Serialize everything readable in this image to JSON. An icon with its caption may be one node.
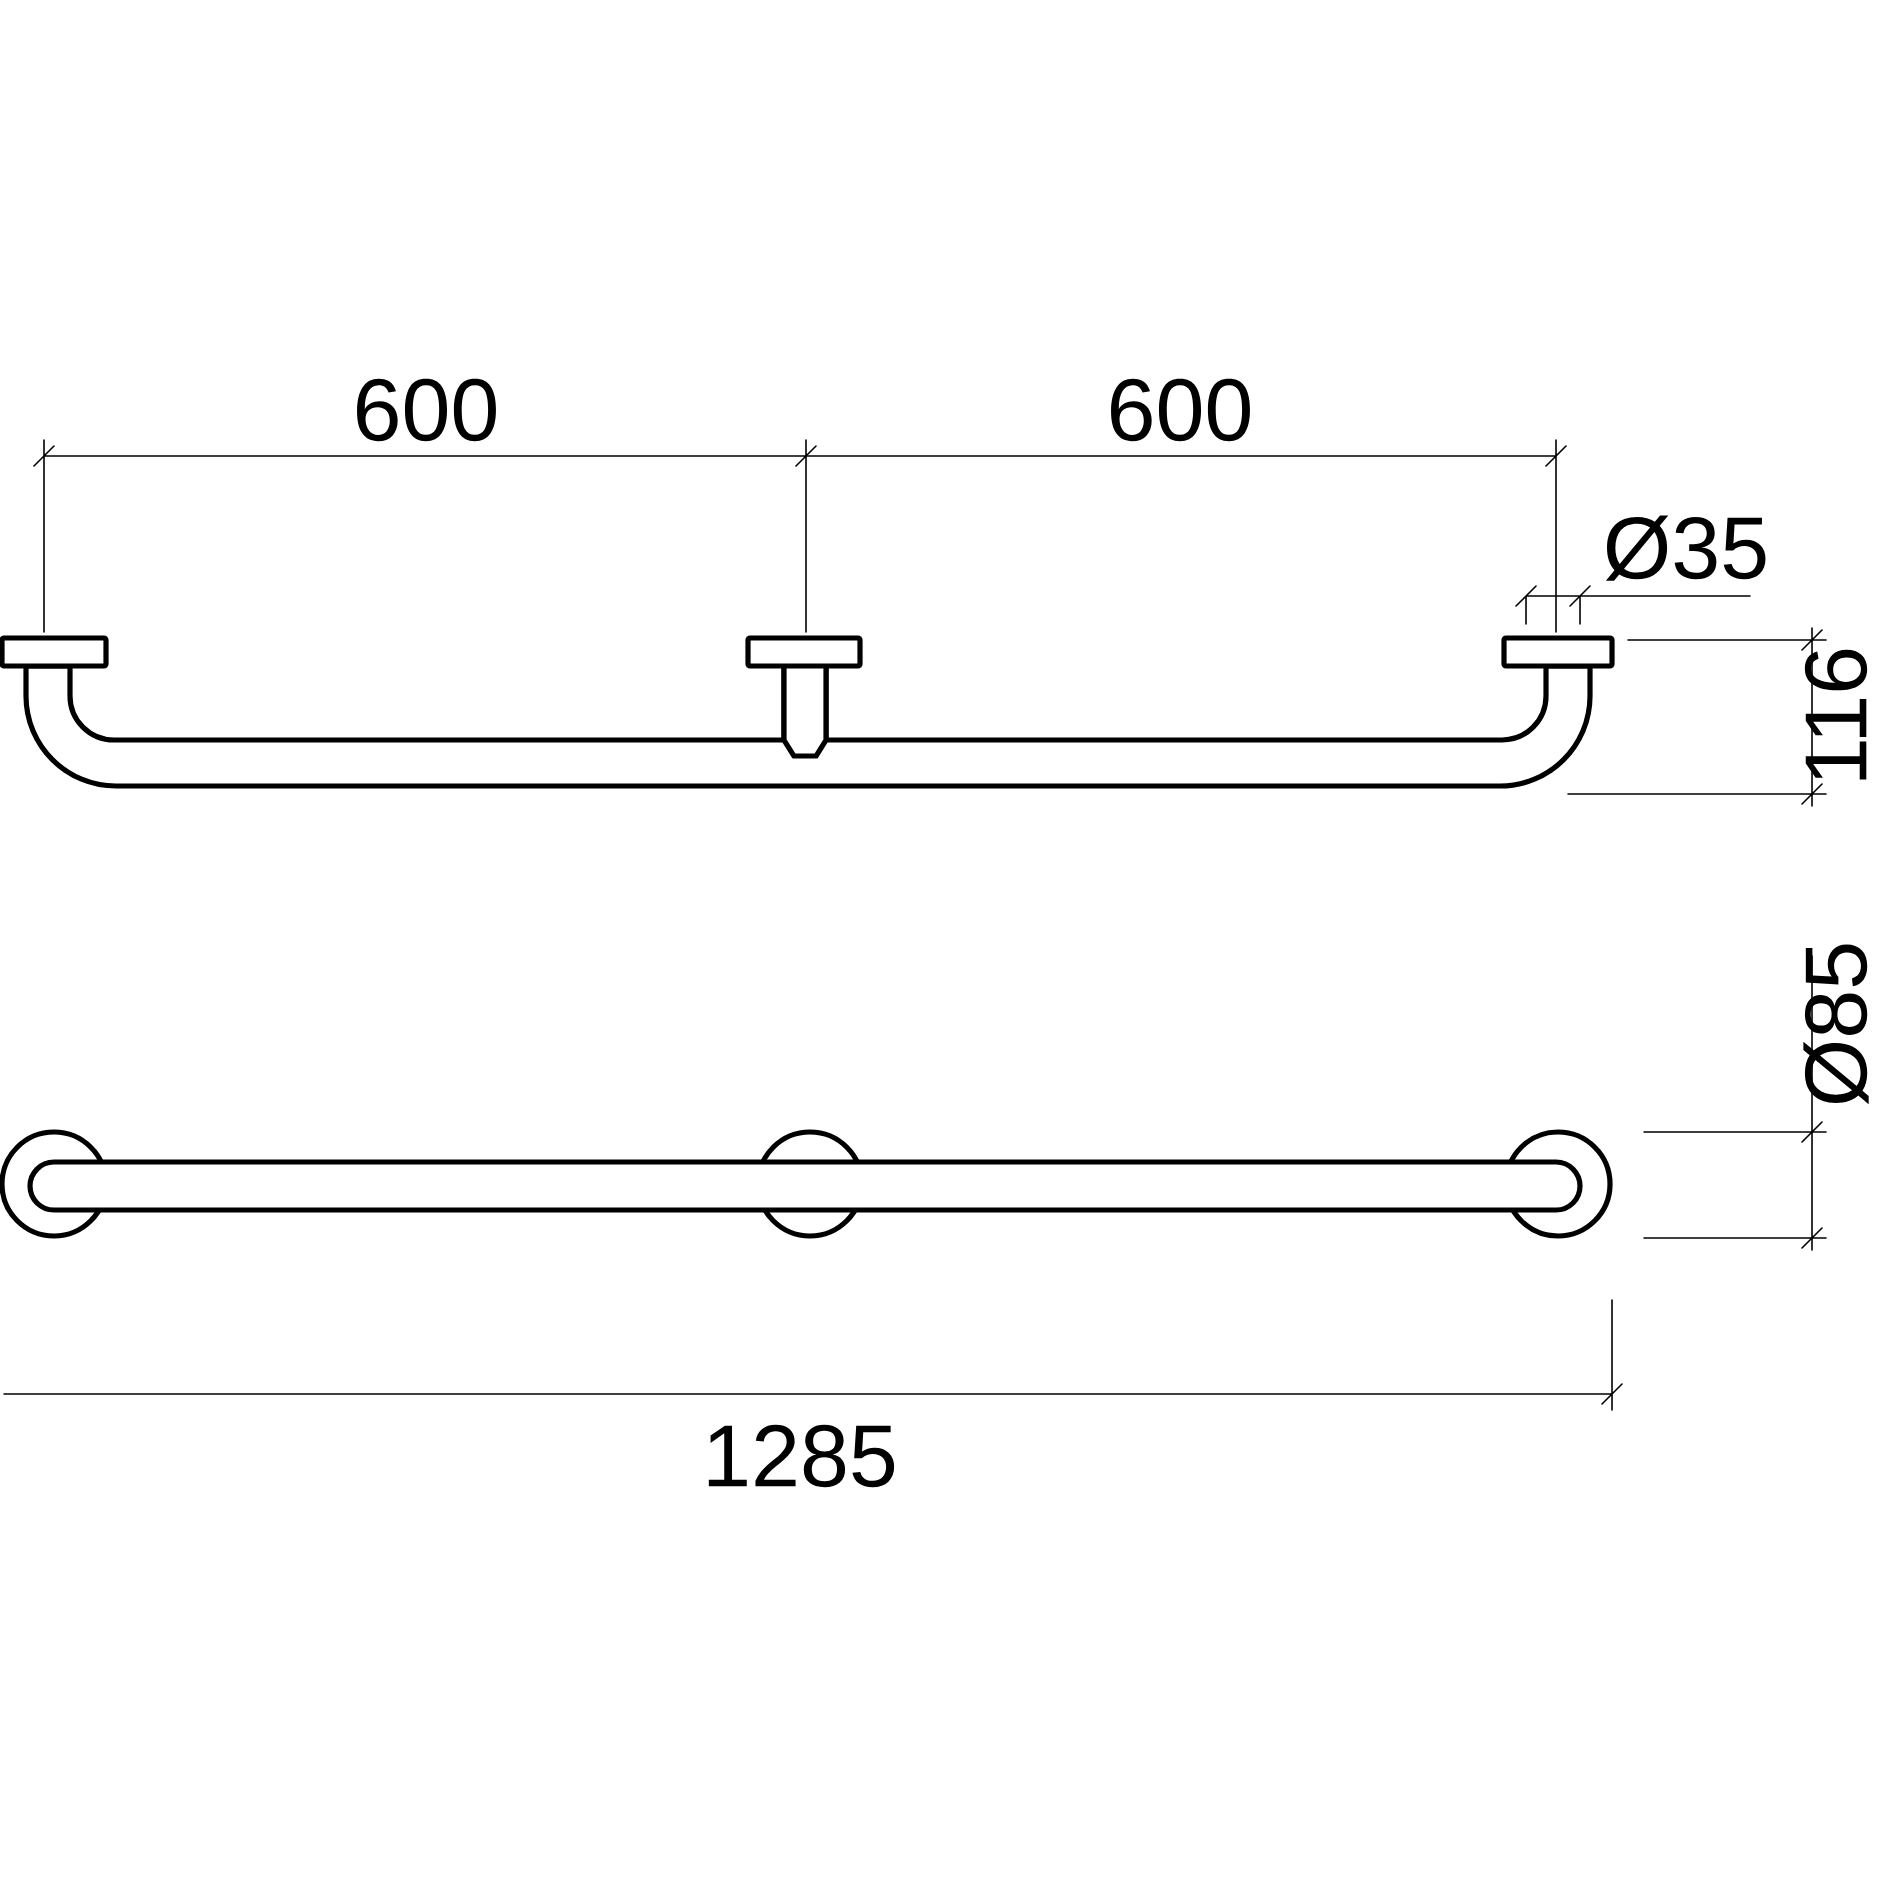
{
  "diagram": {
    "labels": [
      "600",
      "600",
      "Ø35",
      "116",
      "Ø85",
      "1285"
    ]
  }
}
